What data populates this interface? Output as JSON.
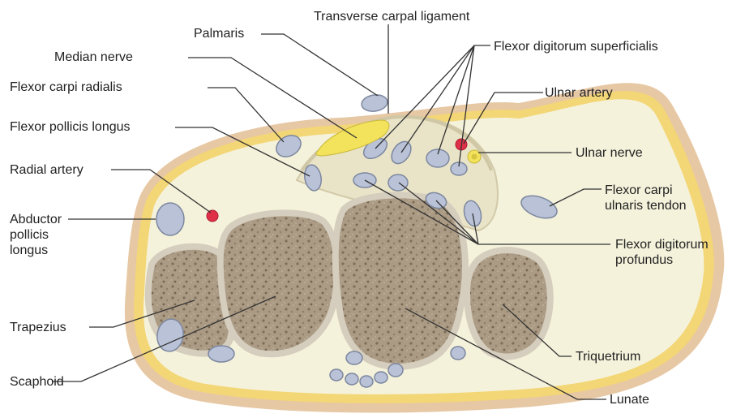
{
  "diagram": {
    "colors": {
      "skin_outer": "#e7c8a4",
      "skin_band": "#f3d675",
      "tissue": "#f4f2db",
      "bone_fill": "#ab9b84",
      "bone_rim": "#d5cdbd",
      "tendon_fill": "#b9c2d7",
      "tendon_edge": "#7c879f",
      "nerve": "#f2e25c",
      "artery": "#e03048",
      "leader_line": "#333333"
    },
    "labels": {
      "transverse_carpal_ligament": "Transverse carpal ligament",
      "palmaris": "Palmaris",
      "median_nerve": "Median nerve",
      "flexor_digitorum_superficialis": "Flexor digitorum superficialis",
      "flexor_carpi_radialis": "Flexor carpi radialis",
      "ulnar_artery": "Ulnar artery",
      "flexor_pollicis_longus": "Flexor pollicis longus",
      "ulnar_nerve": "Ulnar nerve",
      "radial_artery": "Radial artery",
      "flexor_carpi_ulnaris_tendon": [
        "Flexor carpi",
        "ulnaris tendon"
      ],
      "abductor_pollicis_longus": [
        "Abductor",
        "pollicis",
        "longus"
      ],
      "flexor_digitorum_profundus": [
        "Flexor digitorum",
        "profundus"
      ],
      "trapezius": "Trapezius",
      "triquetrium": "Triquetrium",
      "scaphoid": "Scaphoid",
      "lunate": "Lunate"
    }
  }
}
